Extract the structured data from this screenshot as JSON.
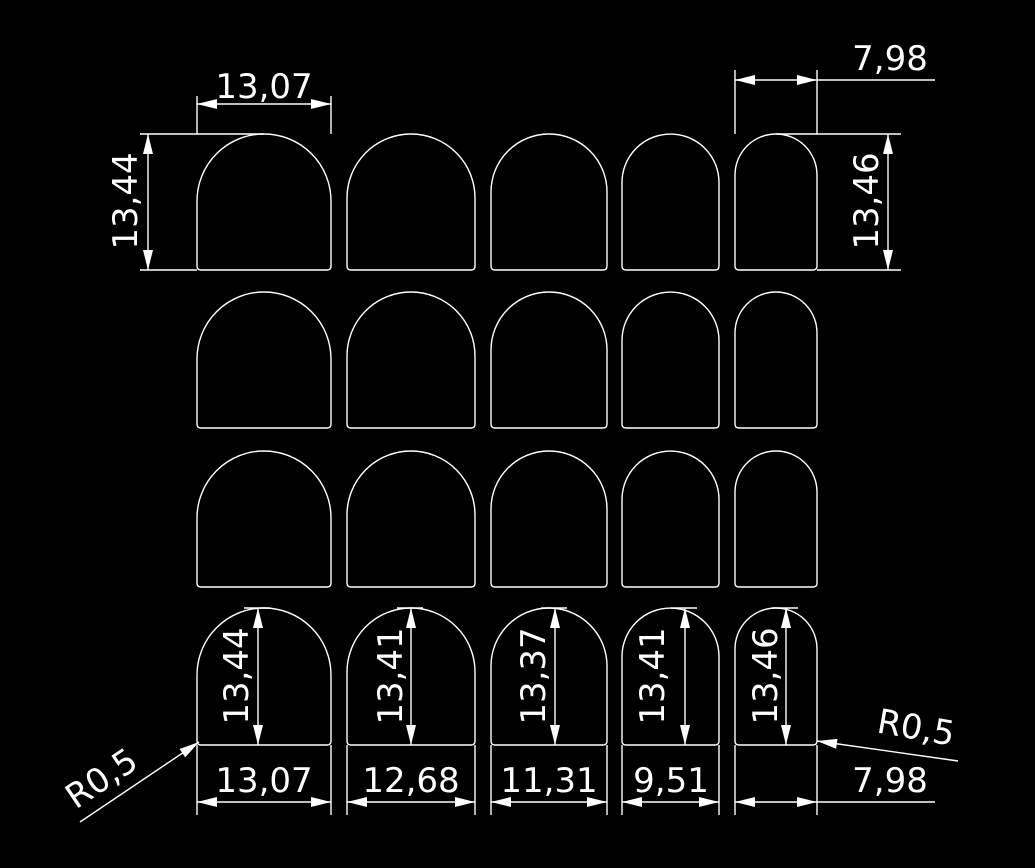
{
  "dimensions": {
    "top_width_left": "13,07",
    "top_width_right": "7,98",
    "top_height_left": "13,44",
    "top_height_right": "13,46",
    "bottom_heights": [
      "13,44",
      "13,41",
      "13,37",
      "13,41",
      "13,46"
    ],
    "bottom_widths": [
      "13,07",
      "12,68",
      "11,31",
      "9,51",
      "7,98"
    ],
    "radius_left": "R0,5",
    "radius_right": "R0,5"
  },
  "colors": {
    "background": "#000000",
    "line": "#ffffff"
  }
}
